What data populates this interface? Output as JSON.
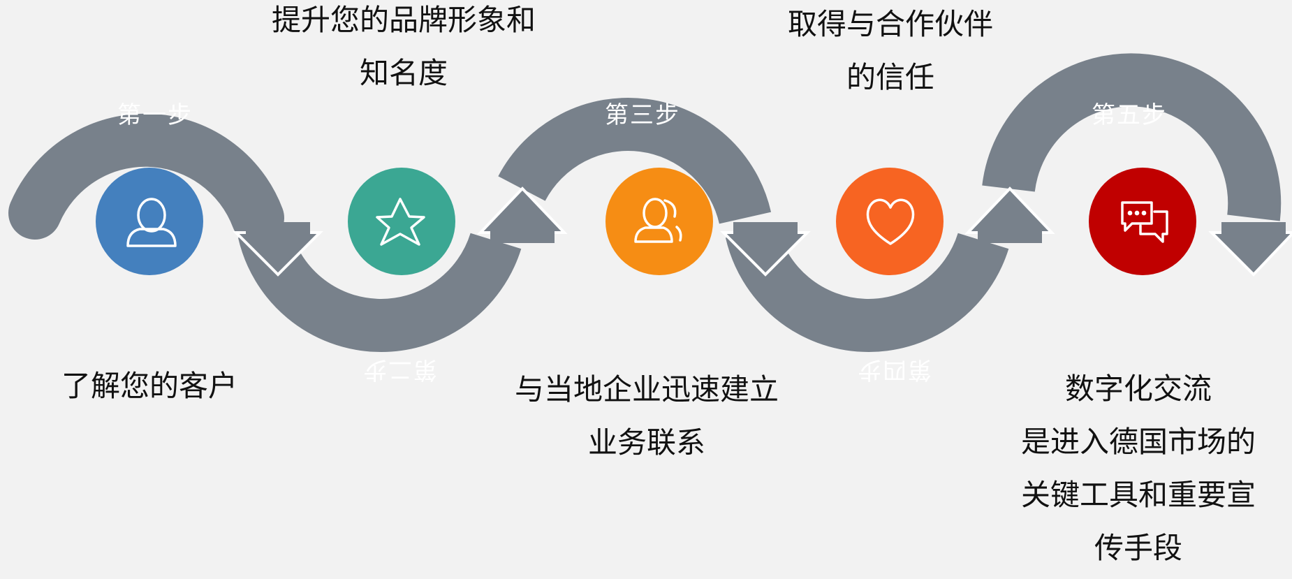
{
  "colors": {
    "background": "#f2f2f2",
    "arrow": "#78818b",
    "step1_circle": "#4480be",
    "step2_circle": "#3ba793",
    "step3_circle": "#f68d14",
    "step4_circle": "#f76422",
    "step5_circle": "#c00000"
  },
  "steps": [
    {
      "label": "第一步",
      "icon": "user-icon",
      "lines": [
        "了解您的客户"
      ]
    },
    {
      "label": "第二步",
      "icon": "star-icon",
      "lines": [
        "提升您的品牌形象和",
        "知名度"
      ]
    },
    {
      "label": "第三步",
      "icon": "users-icon",
      "lines": [
        "与当地企业迅速建立",
        "业务联系"
      ]
    },
    {
      "label": "第四步",
      "icon": "heart-icon",
      "lines": [
        "取得与合作伙伴",
        "的信任"
      ]
    },
    {
      "label": "第五步",
      "icon": "chat-icon",
      "lines": [
        "数字化交流",
        "是进入德国市场的",
        "关键工具和重要宣",
        "传手段"
      ]
    }
  ]
}
